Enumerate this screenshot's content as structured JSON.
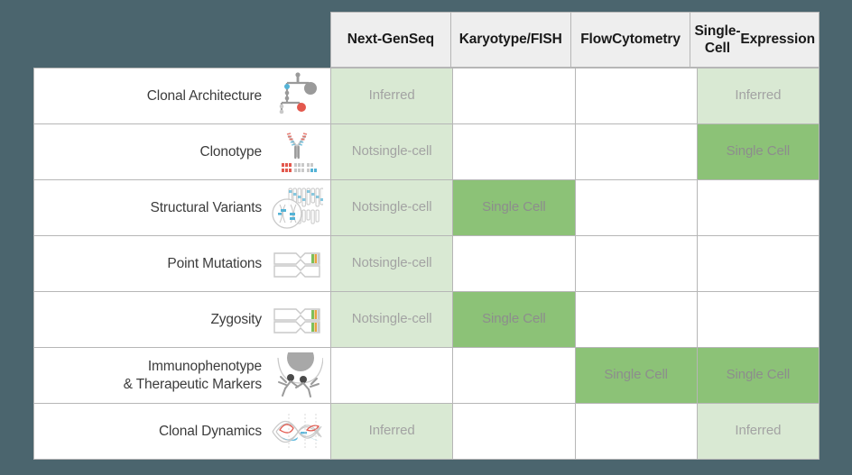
{
  "page": {
    "background_color": "#4b656e",
    "table_border_color": "#b6b6b6",
    "header_background": "#eeeeee"
  },
  "legend_colors": {
    "light_green": "#d9e9d3",
    "strong_green": "#8cc277",
    "empty_white": "#ffffff",
    "cell_text": "#a0a0a0"
  },
  "table": {
    "columns": [
      {
        "id": "ngs",
        "label": "Next-Gen\nSeq",
        "line1": "Next-Gen",
        "line2": "Seq"
      },
      {
        "id": "karyotype",
        "label": "Karyotype/\nFISH",
        "line1": "Karyotype/",
        "line2": "FISH"
      },
      {
        "id": "flow",
        "label": "Flow\nCytometry",
        "line1": "Flow",
        "line2": "Cytometry"
      },
      {
        "id": "scexpr",
        "label": "Single-Cell\nExpression",
        "line1": "Single-Cell",
        "line2": "Expression"
      }
    ],
    "rows": [
      {
        "id": "clonal-architecture",
        "label": "Clonal Architecture",
        "label_line1": "Clonal Architecture",
        "label_line2": "",
        "icon": "phylogenetic-tree-icon",
        "cells": [
          {
            "text": "Inferred",
            "state": "light"
          },
          {
            "text": "",
            "state": "empty"
          },
          {
            "text": "",
            "state": "empty"
          },
          {
            "text": "Inferred",
            "state": "light"
          }
        ]
      },
      {
        "id": "clonotype",
        "label": "Clonotype",
        "label_line1": "Clonotype",
        "label_line2": "",
        "icon": "antibody-receptor-icon",
        "cells": [
          {
            "text": "Not\nsingle-cell",
            "state": "light",
            "line1": "Not",
            "line2": "single-cell"
          },
          {
            "text": "",
            "state": "empty"
          },
          {
            "text": "",
            "state": "empty"
          },
          {
            "text": "Single Cell",
            "state": "strong"
          }
        ]
      },
      {
        "id": "structural-variants",
        "label": "Structural Variants",
        "label_line1": "Structural Variants",
        "label_line2": "",
        "icon": "karyotype-chromosomes-icon",
        "cells": [
          {
            "text": "Not\nsingle-cell",
            "state": "light",
            "line1": "Not",
            "line2": "single-cell"
          },
          {
            "text": "Single Cell",
            "state": "strong"
          },
          {
            "text": "",
            "state": "empty"
          },
          {
            "text": "",
            "state": "empty"
          }
        ]
      },
      {
        "id": "point-mutations",
        "label": "Point Mutations",
        "label_line1": "Point Mutations",
        "label_line2": "",
        "icon": "chromosome-pair-single-variant-icon",
        "cells": [
          {
            "text": "Not\nsingle-cell",
            "state": "light",
            "line1": "Not",
            "line2": "single-cell"
          },
          {
            "text": "",
            "state": "empty"
          },
          {
            "text": "",
            "state": "empty"
          },
          {
            "text": "",
            "state": "empty"
          }
        ]
      },
      {
        "id": "zygosity",
        "label": "Zygosity",
        "label_line1": "Zygosity",
        "label_line2": "",
        "icon": "chromosome-pair-both-variant-icon",
        "cells": [
          {
            "text": "Not\nsingle-cell",
            "state": "light",
            "line1": "Not",
            "line2": "single-cell"
          },
          {
            "text": "Single Cell",
            "state": "strong"
          },
          {
            "text": "",
            "state": "empty"
          },
          {
            "text": "",
            "state": "empty"
          }
        ]
      },
      {
        "id": "immunophenotype-therapeutic-markers",
        "label": "Immunophenotype & Therapeutic Markers",
        "label_line1": "Immunophenotype",
        "label_line2": "& Therapeutic Markers",
        "icon": "cell-surface-marker-antibody-icon",
        "cells": [
          {
            "text": "",
            "state": "empty"
          },
          {
            "text": "",
            "state": "empty"
          },
          {
            "text": "Single Cell",
            "state": "strong"
          },
          {
            "text": "Single Cell",
            "state": "strong"
          }
        ]
      },
      {
        "id": "clonal-dynamics",
        "label": "Clonal Dynamics",
        "label_line1": "Clonal Dynamics",
        "label_line2": "",
        "icon": "fishplot-clonal-dynamics-icon",
        "cells": [
          {
            "text": "Inferred",
            "state": "light"
          },
          {
            "text": "",
            "state": "empty"
          },
          {
            "text": "",
            "state": "empty"
          },
          {
            "text": "Inferred",
            "state": "light"
          }
        ]
      }
    ]
  }
}
